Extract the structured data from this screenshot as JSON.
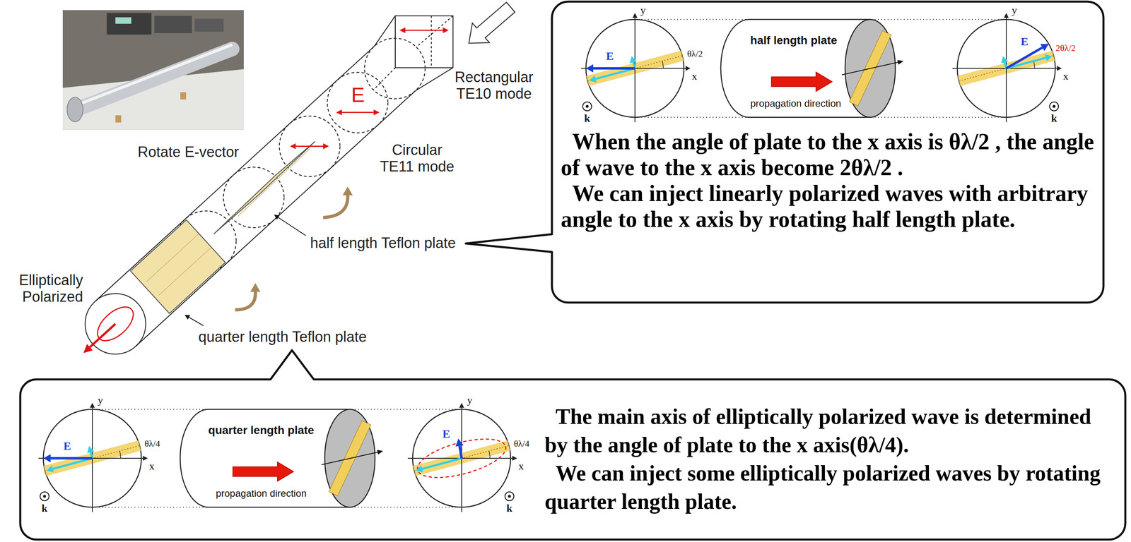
{
  "diagram": {
    "nodes": [
      {
        "text": [
          "When the angle of plate to the x axis is θλ/2 , the angle of wave to the x axis become 2θλ/2 .",
          "We can inject linearly polarized waves with arbitrary angle to the x axis by rotating half length plate."
        ]
      },
      {
        "text": [
          "y",
          "E",
          "θλ/2",
          "x",
          "k"
        ],
        "in": 0
      },
      {
        "text": [
          "half length plate",
          "propagation direction"
        ],
        "in": 0
      },
      {
        "text": [
          "y",
          "E",
          "2θλ/2",
          "x",
          "k"
        ],
        "in": 0
      },
      {
        "text": [
          "The main axis of elliptically polarized wave is determined by the angle of plate to the x axis(θλ/4).",
          "We can inject some elliptically polarized waves by rotating quarter length plate."
        ]
      },
      {
        "text": [
          "y",
          "E",
          "θλ/4",
          "x",
          "k"
        ],
        "in": 4
      },
      {
        "text": [
          "quarter length plate",
          "propagation direction"
        ],
        "in": 4
      },
      {
        "text": [
          "y",
          "E",
          "θλ/4",
          "x",
          "k"
        ],
        "in": 4
      }
    ],
    "labels": [
      "Rectangular TE10 mode",
      "E",
      "Circular TE11 mode",
      "Rotate E-vector",
      "half length Teflon plate",
      "Elliptically Polarized",
      "quarter length Teflon plate"
    ]
  }
}
